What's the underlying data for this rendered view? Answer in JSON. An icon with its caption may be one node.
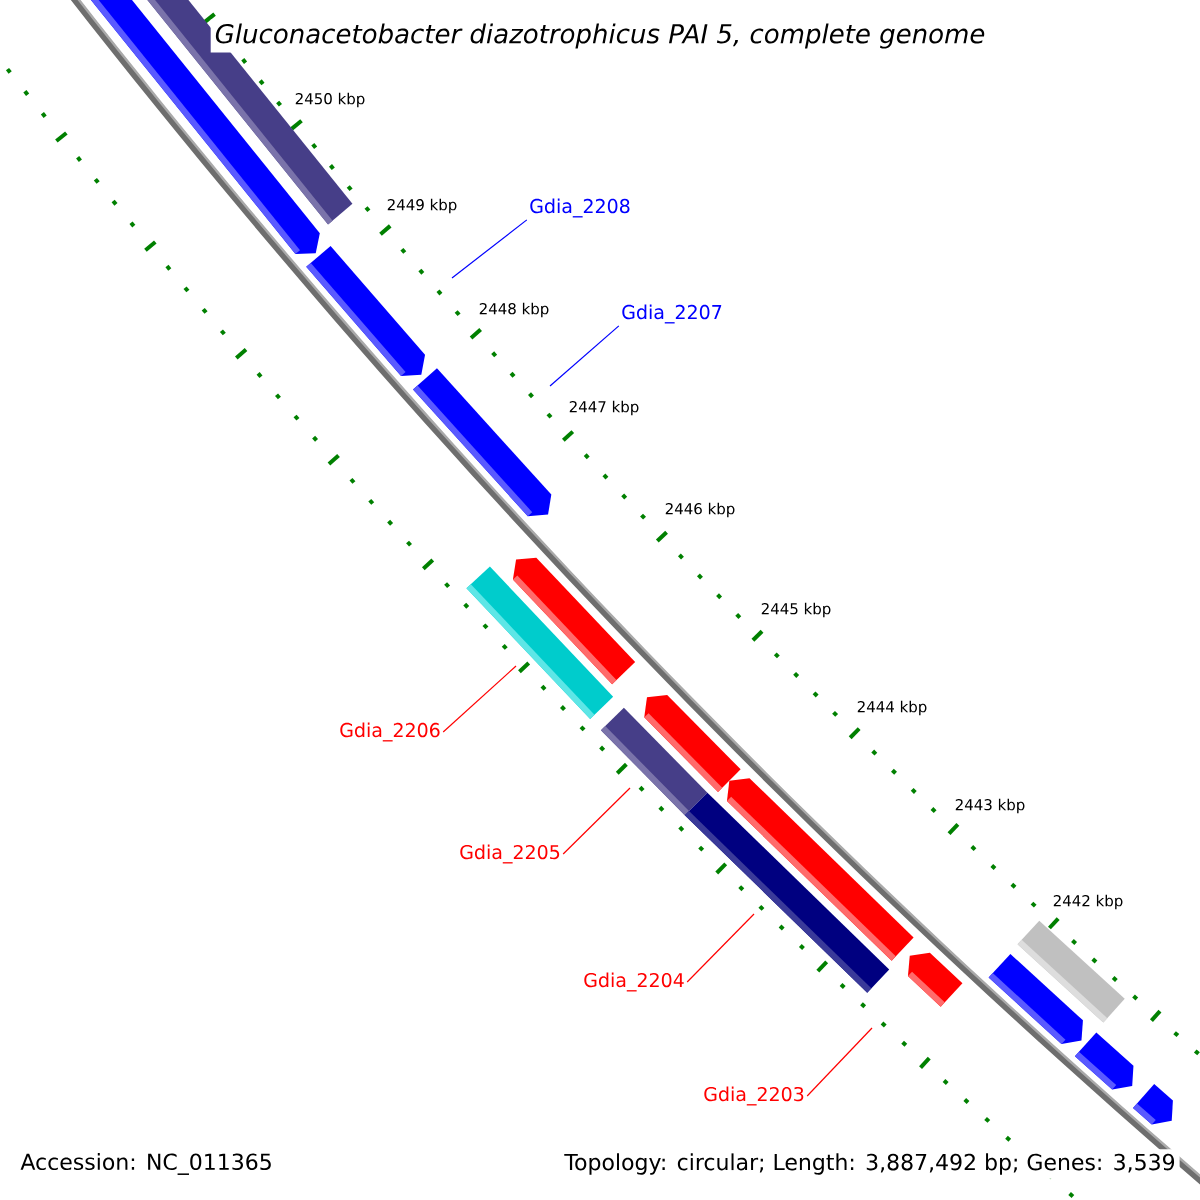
{
  "diagram": {
    "title": "Gluconacetobacter diazotrophicus PAI 5, complete genome",
    "nodes": [
      {
        "text": [
          "Gdia_2208"
        ]
      },
      {
        "text": [
          "Gdia_2207"
        ]
      },
      {
        "text": [
          "Gdia_2206"
        ]
      },
      {
        "text": [
          "Gdia_2205"
        ]
      },
      {
        "text": [
          "Gdia_2204"
        ]
      },
      {
        "text": [
          "Gdia_2203"
        ]
      }
    ],
    "edges": [
      {
        "from": 0,
        "to": null,
        "arrow": "none",
        "color": "#0000ff"
      },
      {
        "from": 1,
        "to": null,
        "arrow": "none",
        "color": "#0000ff"
      },
      {
        "from": 2,
        "to": null,
        "arrow": "none"
      },
      {
        "from": 3,
        "to": null,
        "arrow": "none"
      },
      {
        "from": 4,
        "to": null,
        "arrow": "none"
      },
      {
        "from": 5,
        "to": null,
        "arrow": "none"
      }
    ],
    "labels": [
      "2450 kbp",
      "2449 kbp",
      "2448 kbp",
      "2447 kbp",
      "2446 kbp",
      "2445 kbp",
      "2444 kbp",
      "2443 kbp",
      "2442 kbp",
      "Accession: NC_011365",
      "Topology: circular; Length: 3,887,492 bp; Genes: 3,539"
    ]
  }
}
